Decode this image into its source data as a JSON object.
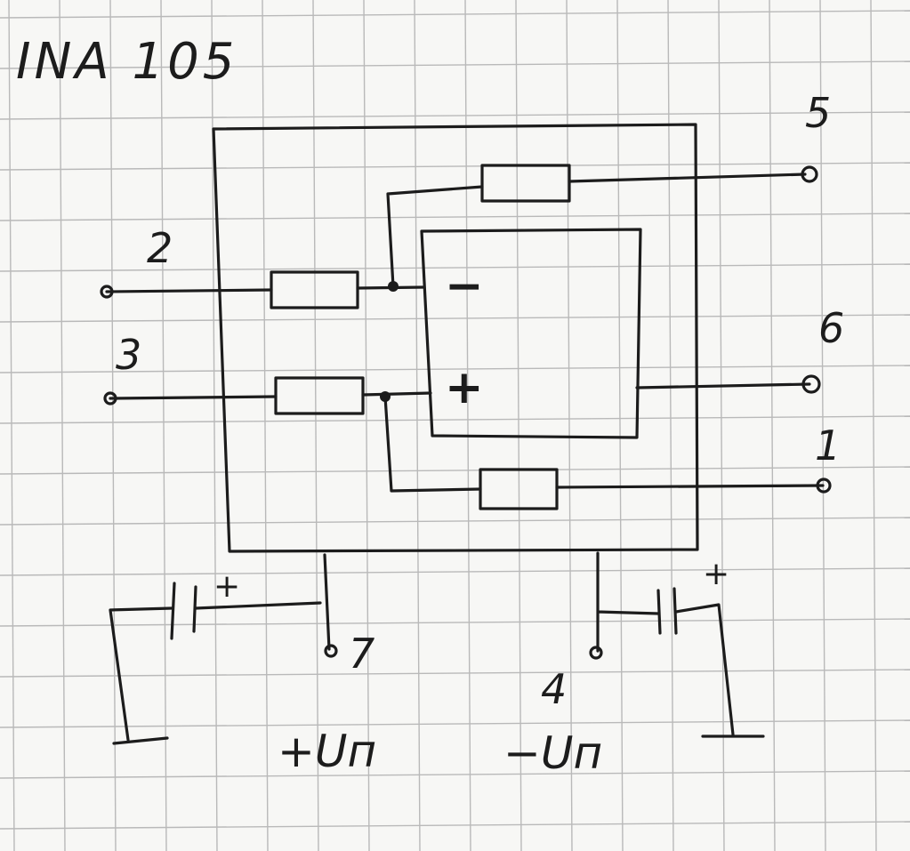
{
  "title": "IΝΑ 105",
  "pins": {
    "p2": "2",
    "p3": "3",
    "p5": "5",
    "p6": "6",
    "p1": "1",
    "p7": "7",
    "p4": "4"
  },
  "opamp": {
    "minus": "−",
    "plus": "+"
  },
  "supply": {
    "pos": "+Uп",
    "neg": "−Uп",
    "cap_pos_left": "+",
    "cap_pos_right": "+"
  },
  "colors": {
    "ink": "#1c1c1c",
    "paper": "#f7f7f5",
    "grid": "#b9b9b9"
  }
}
